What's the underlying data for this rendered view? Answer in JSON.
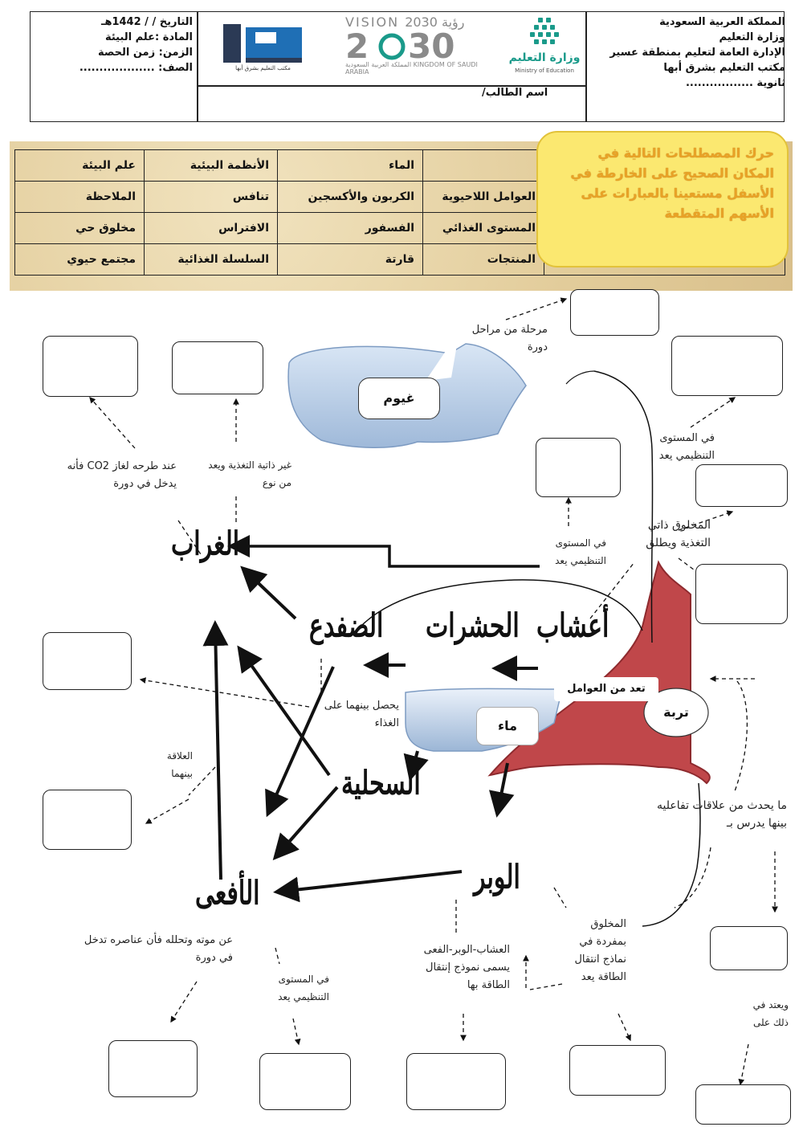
{
  "header": {
    "right_lines": [
      "المملكة العربية السعودية",
      "وزارة التعليم",
      "الإدارة العامة لتعليم بمنطقة عسير",
      "مكتب التعليم بشرق أبها",
      "ثانوية ................."
    ],
    "left_lines": [
      "التاريخ  /   / 1442هـ",
      "المادة :علم البيئة",
      "الزمن: زمن الحصة",
      "الصف: ..................."
    ],
    "student_label": "اسم الطالب/",
    "ministry_logo_text": "وزارة التعليم",
    "ministry_logo_sub": "Ministry of Education",
    "vision_logo_text": "VISION رؤية 2030",
    "vision_logo_sub": "المملكة العربية السعودية KINGDOM OF SAUDI ARABIA",
    "office_logo_sub": "مكتب التعليم بشرق أبها"
  },
  "callout": {
    "text": "حرك المصطلحات التالية في المكان الصحيح على الخارطة في الأسفل مستعينا بالعبارات على الأسهم المتقطعة"
  },
  "terms": [
    [
      "الماء",
      "الأنظمة البيئية",
      "علم البيئة"
    ],
    [
      "العوامل اللاحيوية",
      "الكربون والأكسجين",
      "تنافس",
      "الملاحظة"
    ],
    [
      "المستوى الغذائي",
      "الفسفور",
      "الافتراس",
      "مخلوق حي"
    ],
    [
      "المنتجات",
      "قارتة",
      "السلسلة الغذائية",
      "مجتمع حيوي"
    ]
  ],
  "map": {
    "cloud": "غيوم",
    "water": "ماء",
    "soil": "تربة",
    "soil_tag": "تعد من العوامل",
    "animals": {
      "crow": "الغراب",
      "frog": "الضفدع",
      "insects": "الحشرات",
      "grass": "أعشاب",
      "turtle": "السحلية",
      "snake": "الأفعى",
      "hyrax": "الوبر"
    },
    "labels": {
      "cycle_stage": "مرحلة من مراحل دورة",
      "co2": "عند طرحه لغاز CO2 فأنه يدخل في دورة",
      "heterotroph": "غير ذاتية التغذية ويعد من نوع",
      "org_level_top": "في المستوى التنظيمي يعد",
      "org_level_mid": "في المستوى التنظيمي يعد",
      "autotroph": "المخلوق ذاتي التغذية ويطلق",
      "food_between": "يحصل بينهما على الغذاء",
      "relation": "العلاقة بينهما",
      "interactions": "ما يحدث من علاقات تفاعليه بينها يدرس بـ",
      "death": "عن موته وتحلله فأن عناصره تدخل في دورة",
      "org_level_bottom": "في المستوى التنظيمي يعد",
      "energy_chain": "العشاب-الوبر-الفعى يسمى نموذج إنتقال الطاقة بها",
      "organism_model": "المخلوق بمفردة في نماذج انتقال الطاقة يعد",
      "depends_on": "ويعتد في ذلك على"
    }
  }
}
